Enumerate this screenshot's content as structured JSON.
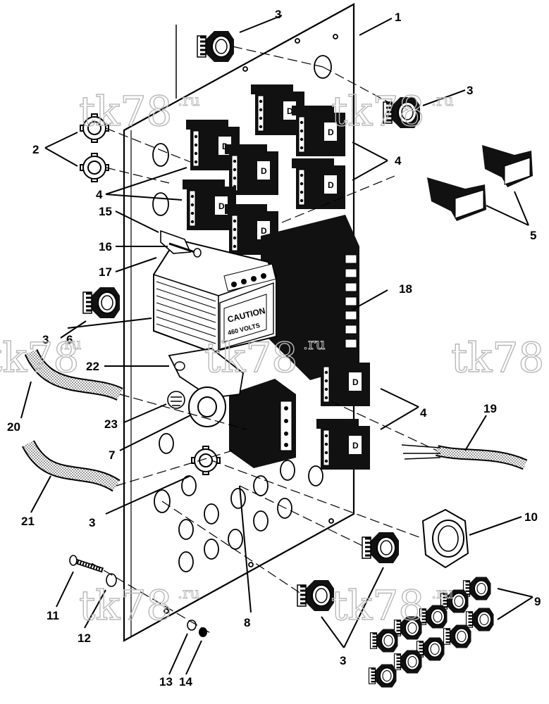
{
  "callouts": {
    "c1": "1",
    "c2": "2",
    "c3a": "3",
    "c3b": "3",
    "c3c": "3",
    "c3d": "3",
    "c3e": "3",
    "c4a": "4",
    "c4b": "4",
    "c4c": "4",
    "c5": "5",
    "c6": "6",
    "c7": "7",
    "c8": "8",
    "c9": "9",
    "c10": "10",
    "c11": "11",
    "c12": "12",
    "c13": "13",
    "c14": "14",
    "c15": "15",
    "c16": "16",
    "c17": "17",
    "c18": "18",
    "c19": "19",
    "c20": "20",
    "c21": "21",
    "c22": "22",
    "c23": "23"
  },
  "transformer_label": {
    "caution": "CAUTION",
    "volts": "460 VOLTS"
  },
  "watermark": {
    "main": "tk78",
    "suffix": ".ru"
  }
}
